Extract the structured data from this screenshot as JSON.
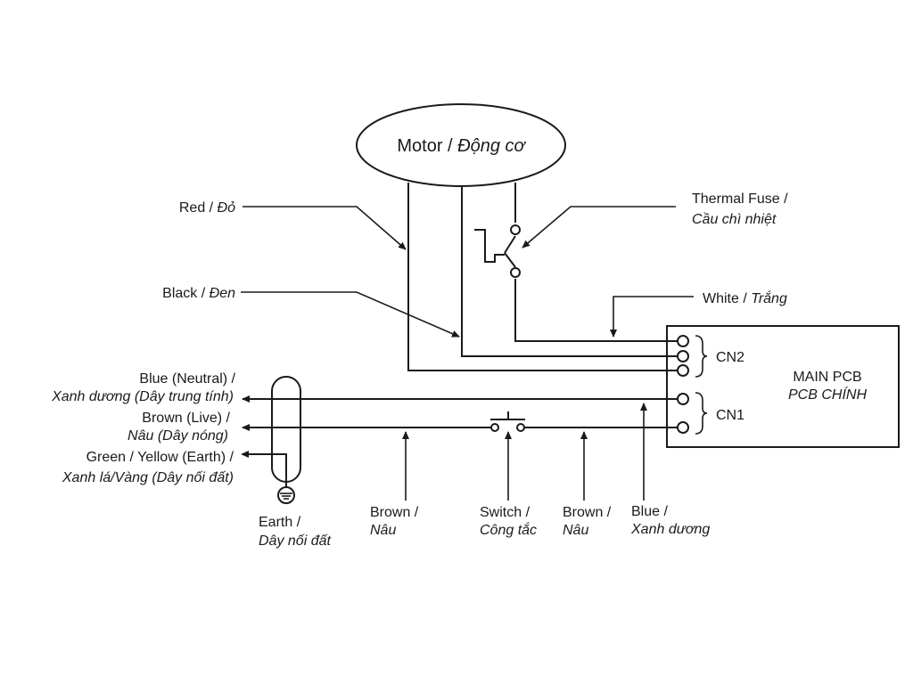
{
  "motor": {
    "label": "Motor / ",
    "label_it": "Động cơ"
  },
  "pcb": {
    "line1": "MAIN PCB",
    "line2": "PCB CHÍNH"
  },
  "connectors": {
    "cn2": "CN2",
    "cn1": "CN1"
  },
  "wires": {
    "red": {
      "a": "Red / ",
      "b": "Đỏ"
    },
    "black": {
      "a": "Black / ",
      "b": "Đen"
    },
    "white": {
      "a": "White / ",
      "b": "Trắng"
    },
    "thermal_fuse": {
      "l1": "Thermal Fuse /",
      "l2": "Cầu chì nhiệt"
    },
    "blue_neutral": {
      "l1": "Blue (Neutral) /",
      "l2": "Xanh dương (Dây trung tính)"
    },
    "brown_live": {
      "l1": "Brown (Live) /",
      "l2": "Nâu (Dây nóng)"
    },
    "earth_wire": {
      "l1": "Green / Yellow (Earth) /",
      "l2": "Xanh lá/Vàng (Dây nối đất)"
    }
  },
  "bottom_labels": {
    "earth": {
      "l1": "Earth /",
      "l2": "Dây nối đất"
    },
    "brown_left": {
      "l1": "Brown /",
      "l2": "Nâu"
    },
    "switch": {
      "l1": "Switch /",
      "l2": "Công tắc"
    },
    "brown_right": {
      "l1": "Brown /",
      "l2": "Nâu"
    },
    "blue": {
      "l1": "Blue /",
      "l2": "Xanh dương"
    }
  },
  "colors": {
    "line": "#1a1a1a",
    "background": "#ffffff"
  }
}
